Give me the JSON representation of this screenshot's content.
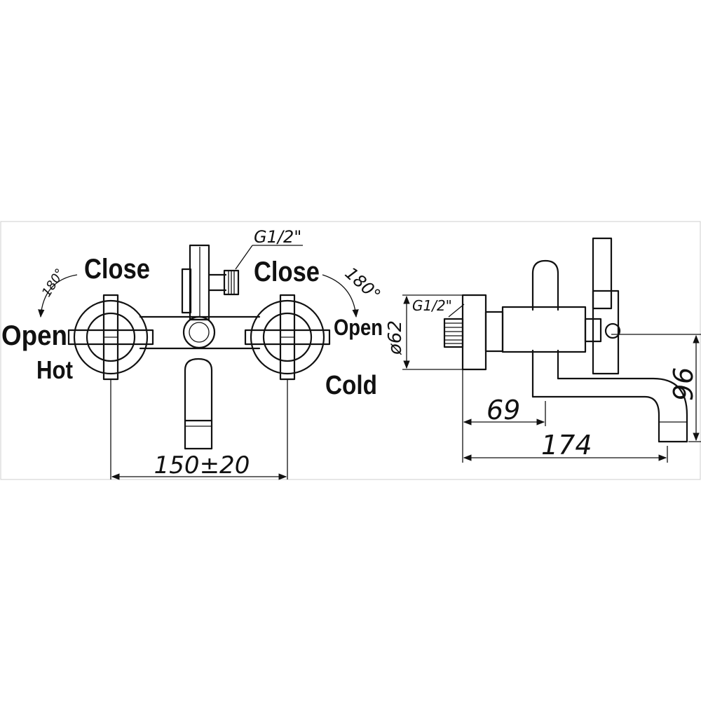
{
  "front_view": {
    "label_close_left": "Close",
    "label_close_right": "Close",
    "label_open_left": "Open",
    "label_open_right": "Open",
    "label_hot": "Hot",
    "label_cold": "Cold",
    "angle_left": "180°",
    "angle_right": "180°",
    "thread_label": "G1/2\"",
    "width_dimension": "150±20"
  },
  "side_view": {
    "thread_label": "G1/2\"",
    "diameter_label": "ø62",
    "dim_wall_to_body": "69",
    "dim_total_length": "174",
    "dim_height": "96"
  }
}
